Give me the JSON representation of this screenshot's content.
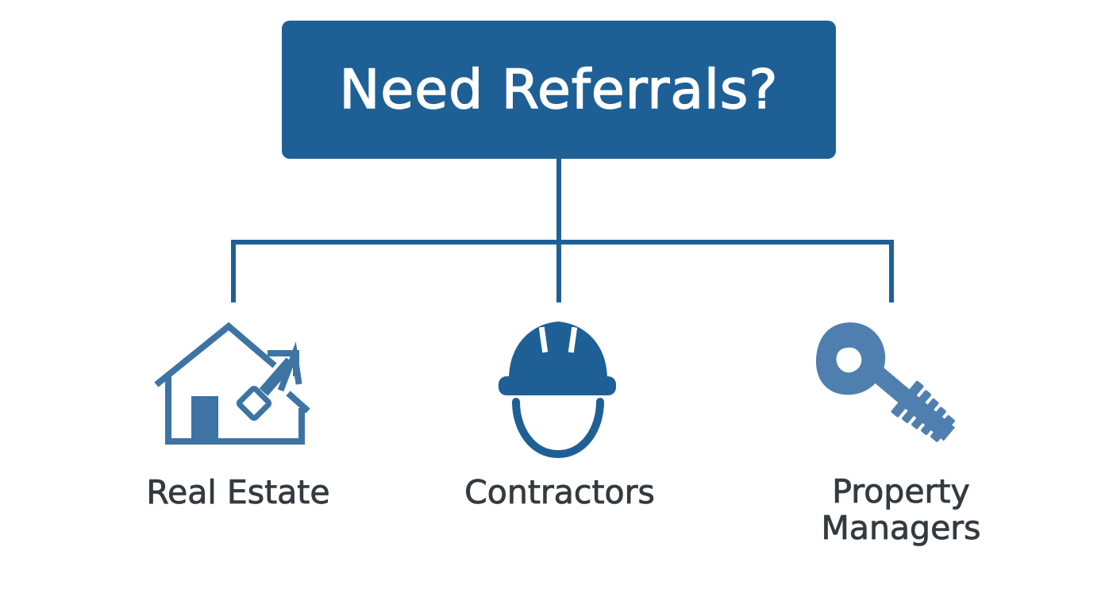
{
  "root": {
    "title": "Need Referrals?"
  },
  "branches": [
    {
      "label": "Real Estate",
      "icon": "house-icon"
    },
    {
      "label": "Contractors",
      "icon": "hard-hat-icon"
    },
    {
      "label": "Property Managers",
      "icon": "key-icon"
    }
  ],
  "colors": {
    "primary": "#1e6096",
    "icon_light": "#3d74a3",
    "label_text": "#333a40",
    "background": "#ffffff"
  }
}
